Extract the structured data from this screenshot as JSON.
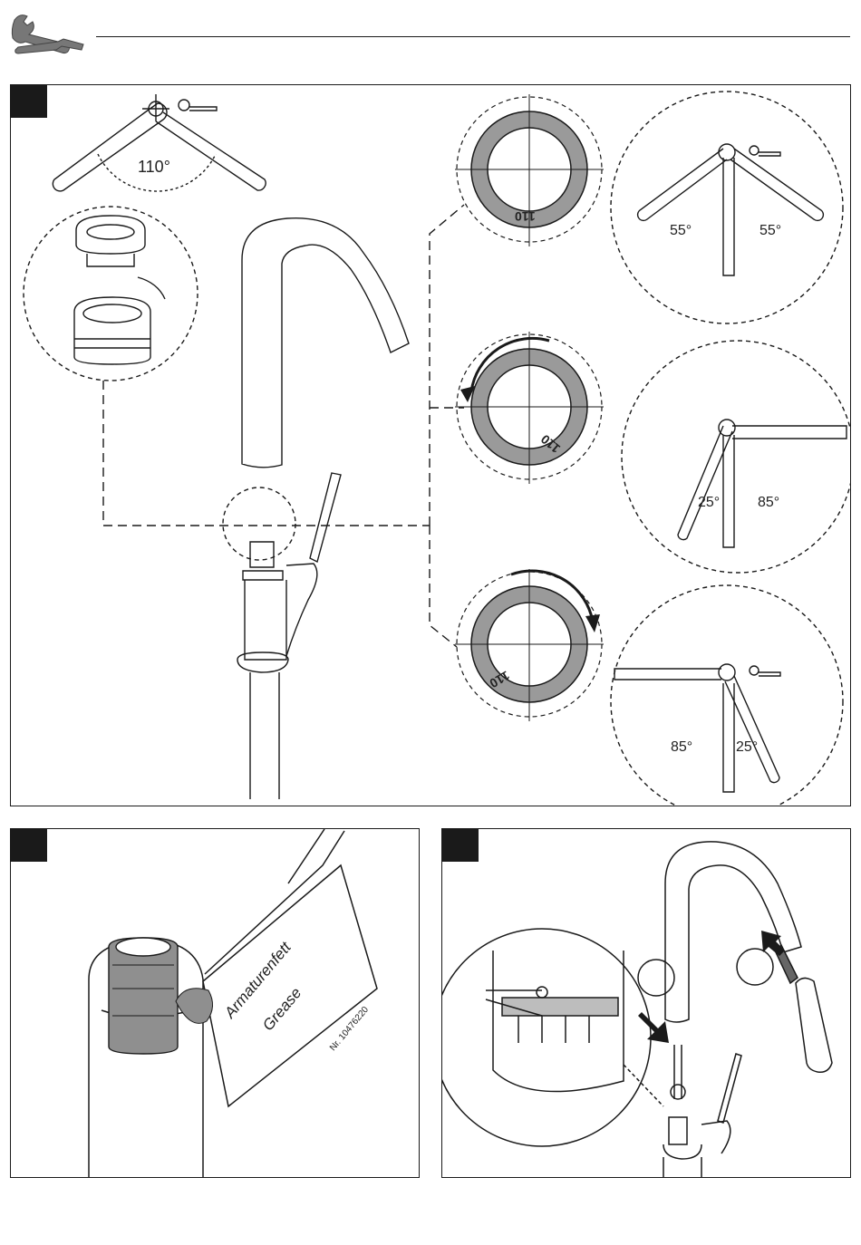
{
  "header": {
    "tools_icon": "wrench-screwdriver-icon"
  },
  "panel1": {
    "step": "",
    "angles": {
      "top_left": "110°",
      "top_right_left": "55°",
      "top_right_right": "55°",
      "mid_right_left": "25°",
      "mid_right_right": "85°",
      "bot_right_left": "85°",
      "bot_right_right": "25°"
    },
    "ring_labels": [
      "110",
      "110",
      "110"
    ]
  },
  "panel2": {
    "step": "",
    "grease_line1": "Armaturenfett",
    "grease_line2": "Grease",
    "grease_part": "Nr. 10476220"
  },
  "panel3": {
    "step": ""
  },
  "colors": {
    "ink": "#1a1a1a",
    "grey_ring": "#9a9a9a",
    "grease": "#8f8f8f"
  }
}
